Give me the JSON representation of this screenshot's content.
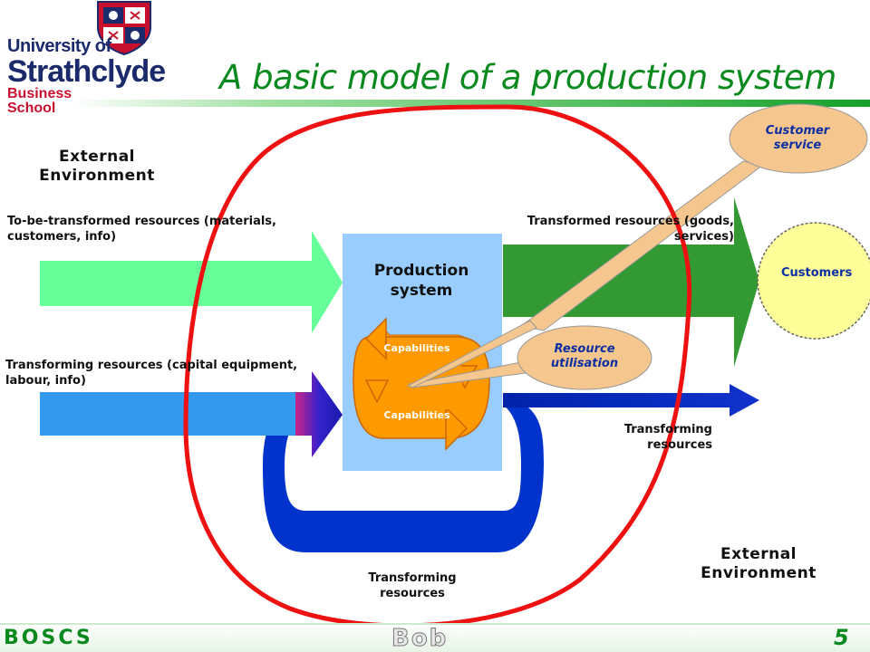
{
  "logo": {
    "line1": "University of",
    "line2": "Strathclyde",
    "line3": "Business",
    "line4": "School"
  },
  "title": "A basic model of a production system",
  "environment_top": {
    "line1": "External",
    "line2": "Environment"
  },
  "environment_bottom": {
    "line1": "External",
    "line2": "Environment"
  },
  "inputs": {
    "to_be_transformed": {
      "line1": "To-be-transformed resources (materials,",
      "line2": "customers, info)"
    },
    "transforming": {
      "line1": "Transforming resources (capital equipment,",
      "line2": "labour, info)"
    }
  },
  "outputs": {
    "transformed": {
      "line1": "Transformed resources (goods,",
      "line2": "services)"
    },
    "transforming_right": {
      "line1": "Transforming",
      "line2": "resources"
    },
    "transforming_bottom": {
      "line1": "Transforming",
      "line2": "resources"
    }
  },
  "production": {
    "line1": "Production",
    "line2": "system"
  },
  "capabilities": {
    "top": "Capabilities",
    "bottom": "Capabilities"
  },
  "bubbles": {
    "customer_service": {
      "line1": "Customer",
      "line2": "service"
    },
    "resource_utilisation": {
      "line1": "Resource",
      "line2": "utilisation"
    }
  },
  "customers": "Customers",
  "footer": {
    "left": "BOSCS",
    "center": "Bob",
    "page": "5"
  },
  "colors": {
    "green_light": "#66ff99",
    "green_dark": "#339933",
    "blue_light": "#3399ee",
    "blue_dark": "#0033cc",
    "production_box": "#99ccff",
    "orange": "#ff9900",
    "red_boundary": "#ee1111",
    "bubble_fill": "#f5c78e",
    "customers_fill": "#ffff99",
    "title_green": "#0a8a1e"
  }
}
